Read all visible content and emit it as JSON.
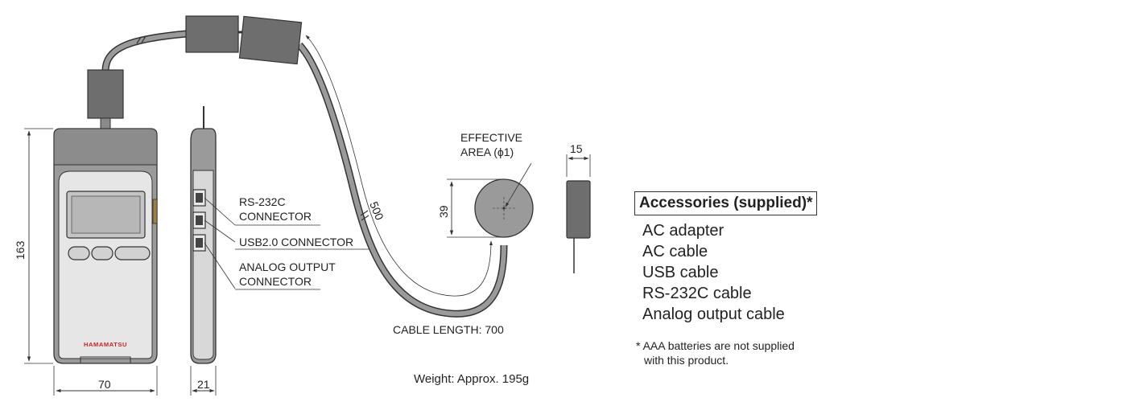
{
  "brand": "HAMAMATSU",
  "dimensions": {
    "height": "163",
    "width": "70",
    "depth": "21",
    "cable_segment": "500",
    "sensor_diameter": "39",
    "sensor_thickness": "15"
  },
  "labels": {
    "rs232c_line1": "RS-232C",
    "rs232c_line2": "CONNECTOR",
    "usb": "USB2.0 CONNECTOR",
    "analog_line1": "ANALOG OUTPUT",
    "analog_line2": "CONNECTOR",
    "effective_line1": "EFFECTIVE",
    "effective_line2": "AREA (ϕ1)",
    "cable_length": "CABLE LENGTH: 700",
    "weight": "Weight: Approx. 195g"
  },
  "accessories": {
    "title": "Accessories (supplied)*",
    "items": [
      "AC adapter",
      "AC cable",
      "USB cable",
      "RS-232C cable",
      "Analog output cable"
    ]
  },
  "note": {
    "line1": "* AAA batteries are not supplied",
    "line2": "with this product."
  },
  "colors": {
    "body_gray": "#9a9a9a",
    "dark_gray": "#6e6e6e",
    "light_panel": "#e2e2e2",
    "screen": "#c4c4c4",
    "line": "#333333",
    "brand_red": "#d0201a"
  }
}
